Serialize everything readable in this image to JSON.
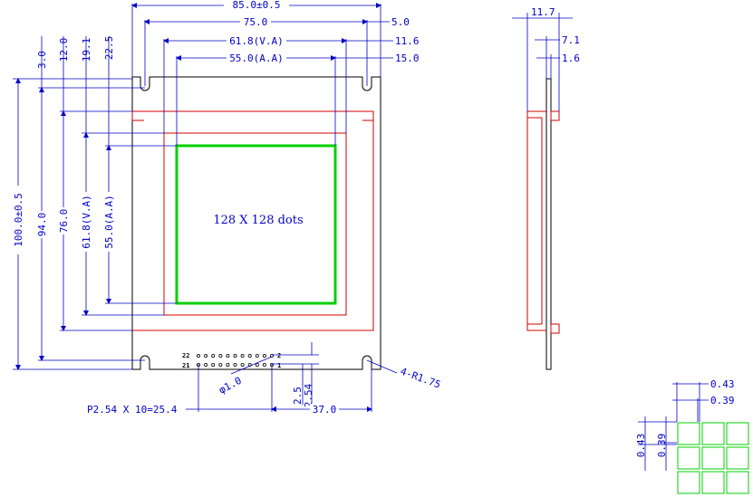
{
  "front_view": {
    "top_dims": {
      "overall_width": "85.0±0.5",
      "hole_pitch": "75.0",
      "hole_offset": "5.0",
      "view_area_width": "61.8(V.A)",
      "view_area_offset": "11.6",
      "active_area_width": "55.0(A.A)",
      "active_area_offset": "15.0"
    },
    "left_dims": {
      "top_hole": "3.0",
      "view_top": "12.0",
      "va_top": "19.1",
      "aa_top": "22.5",
      "overall_height": "100.0±0.5",
      "hole_pitch_v": "94.0",
      "bezel_height": "76.0",
      "view_area_height": "61.8(V.A)",
      "active_area_height": "55.0(A.A)"
    },
    "center_label": "128 X 128 dots",
    "pins": {
      "top_left": "22",
      "top_right": "2",
      "bottom_left": "21",
      "bottom_right": "1"
    },
    "pin_hole_dia": "φ1.0",
    "pin_pitch_v1": "2.5",
    "pin_pitch_v2": "2.54",
    "mount_hole": "4-R1.75",
    "pitch_label": "P2.54 X 10=25.4",
    "connector_offset": "37.0"
  },
  "side_view": {
    "total_thickness": "11.7",
    "module_thickness": "7.1",
    "pcb_thickness": "1.6"
  },
  "dot_detail": {
    "dot_pitch_h": "0.43",
    "dot_size_h": "0.39",
    "dot_pitch_v": "0.43",
    "dot_size_v": "0.39"
  },
  "colors": {
    "dimension": "#0000c8",
    "outline": "#000000",
    "bezel": "#d00000",
    "active_area": "#00d000"
  }
}
